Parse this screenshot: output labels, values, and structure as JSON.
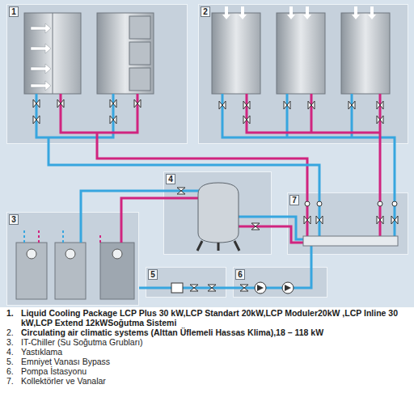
{
  "diagram": {
    "nodes": [
      {
        "text": [
          "1"
        ]
      },
      {
        "text": [
          "2"
        ]
      },
      {
        "text": [
          "3"
        ]
      },
      {
        "text": [
          "4"
        ]
      },
      {
        "text": [
          "5"
        ]
      },
      {
        "text": [
          "6"
        ]
      },
      {
        "text": [
          "7"
        ]
      }
    ],
    "edges": [
      {
        "from": 0,
        "to": 6,
        "arrow": "none"
      },
      {
        "from": 1,
        "to": 6,
        "arrow": "none"
      },
      {
        "from": 2,
        "to": 3,
        "arrow": "none"
      },
      {
        "from": 3,
        "to": 6,
        "arrow": "none"
      },
      {
        "from": 6,
        "to": 5,
        "arrow": "none"
      },
      {
        "from": 5,
        "to": 4,
        "arrow": "none"
      },
      {
        "from": 4,
        "to": 2,
        "arrow": "none"
      }
    ],
    "labels": [
      "1.",
      "Liquid Cooling Package LCP Plus 30 kW,LCP Standart 20kW,LCP Moduler20kW ,LCP Inline 30 kW,LCP Extend 12kWSoğutma Sistemi",
      "2.",
      "Circulating air climatic systems (Alttan Üflemeli Hassas Klima),18 – 118 kW",
      "3.",
      "IT-Chiller (Su Soğutma Grubları)",
      "4.",
      "Yastıklama",
      "5.",
      "Emniyet Vanası Bypass",
      "6.",
      "Pompa İstasyonu",
      "7.",
      "Kollektörler ve Vanalar"
    ]
  }
}
